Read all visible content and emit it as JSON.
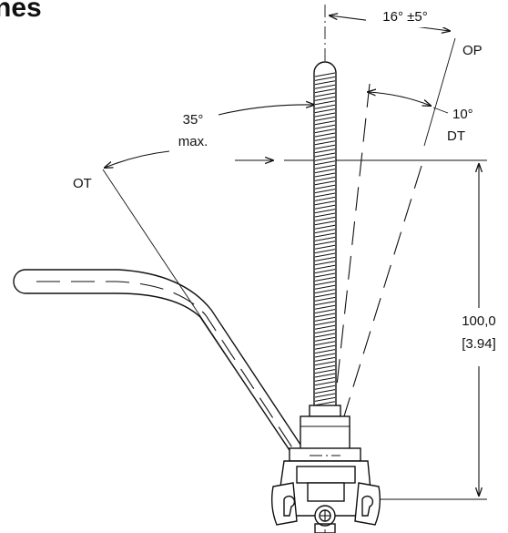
{
  "title": "nes",
  "labels": {
    "op_angle": "16° ±5°",
    "op": "OP",
    "dt_angle": "10°",
    "dt": "DT",
    "ot_angle": "35°",
    "ot_angle_qualifier": "max.",
    "ot": "OT",
    "height_mm": "100,0",
    "height_in": "[3.94]"
  }
}
